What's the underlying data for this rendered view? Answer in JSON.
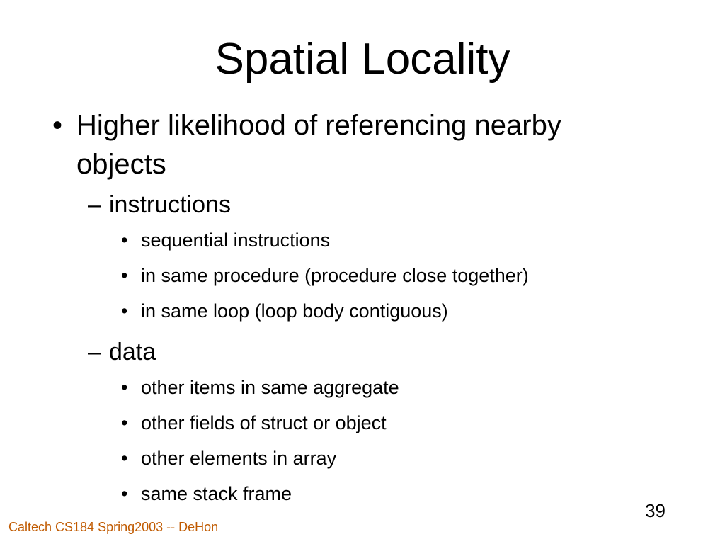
{
  "slide": {
    "title": "Spatial Locality",
    "bullets": {
      "main": {
        "marker": "•",
        "line1": "Higher likelihood of referencing nearby",
        "line2": "objects"
      },
      "instructions": {
        "marker": "–",
        "label": "instructions",
        "items": [
          "sequential instructions",
          "in same procedure (procedure close together)",
          "in same loop (loop body contiguous)"
        ]
      },
      "data": {
        "marker": "–",
        "label": "data",
        "items": [
          "other items in same aggregate",
          "other fields of struct or object",
          "other elements in array",
          "same stack frame"
        ]
      },
      "sub_marker": "•"
    },
    "page_number": "39",
    "footer": "Caltech CS184 Spring2003 -- DeHon",
    "colors": {
      "text": "#000000",
      "footer": "#c05a00",
      "background": "#ffffff"
    }
  }
}
